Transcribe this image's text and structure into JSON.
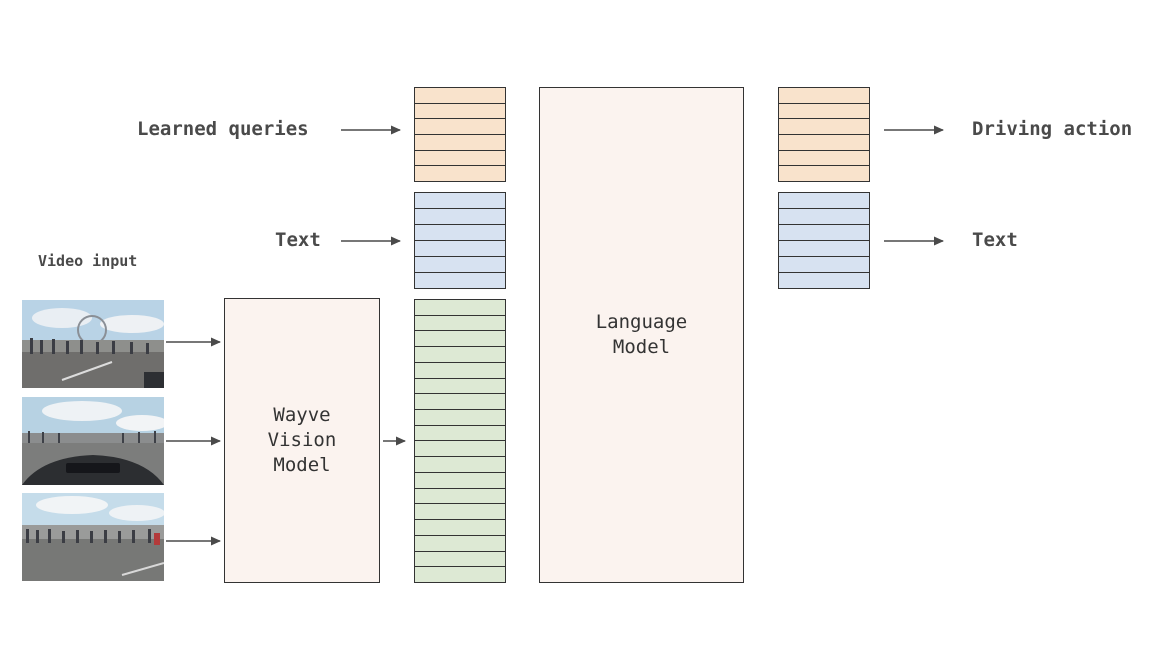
{
  "labels": {
    "learned_queries": "Learned queries",
    "text_in": "Text",
    "video_input": "Video input",
    "driving_action": "Driving action",
    "text_out": "Text"
  },
  "vision_model": {
    "line1": "Wayve",
    "line2": "Vision",
    "line3": "Model"
  },
  "language_model": {
    "line1": "Language",
    "line2": "Model"
  },
  "token_stacks": {
    "learned_queries_rows": 6,
    "text_rows": 6,
    "vision_rows": 18,
    "driving_action_rows": 6,
    "text_out_rows": 6
  },
  "colors": {
    "query_tokens": "#f9e3cc",
    "text_tokens": "#d7e2f1",
    "vision_tokens": "#dde9d4",
    "model_box": "#fbf3ef"
  },
  "video_frames": 3
}
